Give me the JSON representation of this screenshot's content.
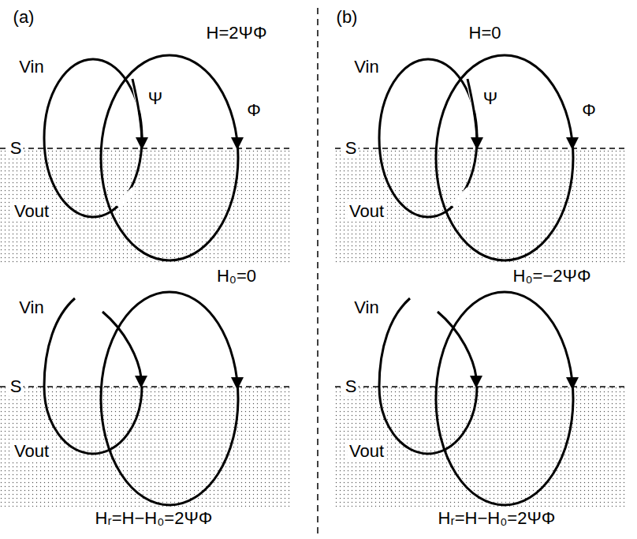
{
  "diagram": {
    "labels": [
      "(a)",
      "H=2ΨΦ",
      "Vin",
      "Ψ",
      "Φ",
      "S",
      "Vout",
      "H₀=0",
      "Vin",
      "S",
      "Vout",
      "Hᵣ=H−H₀=2ΨΦ",
      "(b)",
      "H=0",
      "Vin",
      "Ψ",
      "Φ",
      "S",
      "Vout",
      "H₀=−2ΨΦ",
      "Vin",
      "S",
      "Vout",
      "Hᵣ=H−H₀=2ΨΦ"
    ]
  }
}
